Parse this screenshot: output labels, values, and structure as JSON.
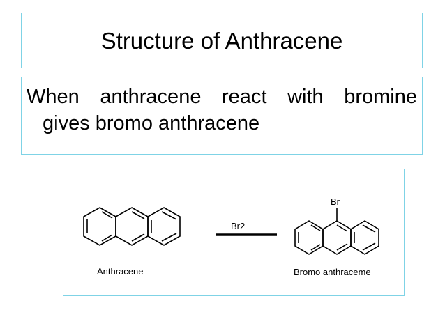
{
  "slide": {
    "title": "Structure of Anthracene",
    "body_line1": "When anthracene react with bromine",
    "body_line2": "gives bromo anthracene"
  },
  "figure": {
    "reactant_label": "Anthracene",
    "reagent_label": "Br2",
    "product_label": "Bromo anthraceme",
    "substituent_label": "Br"
  }
}
